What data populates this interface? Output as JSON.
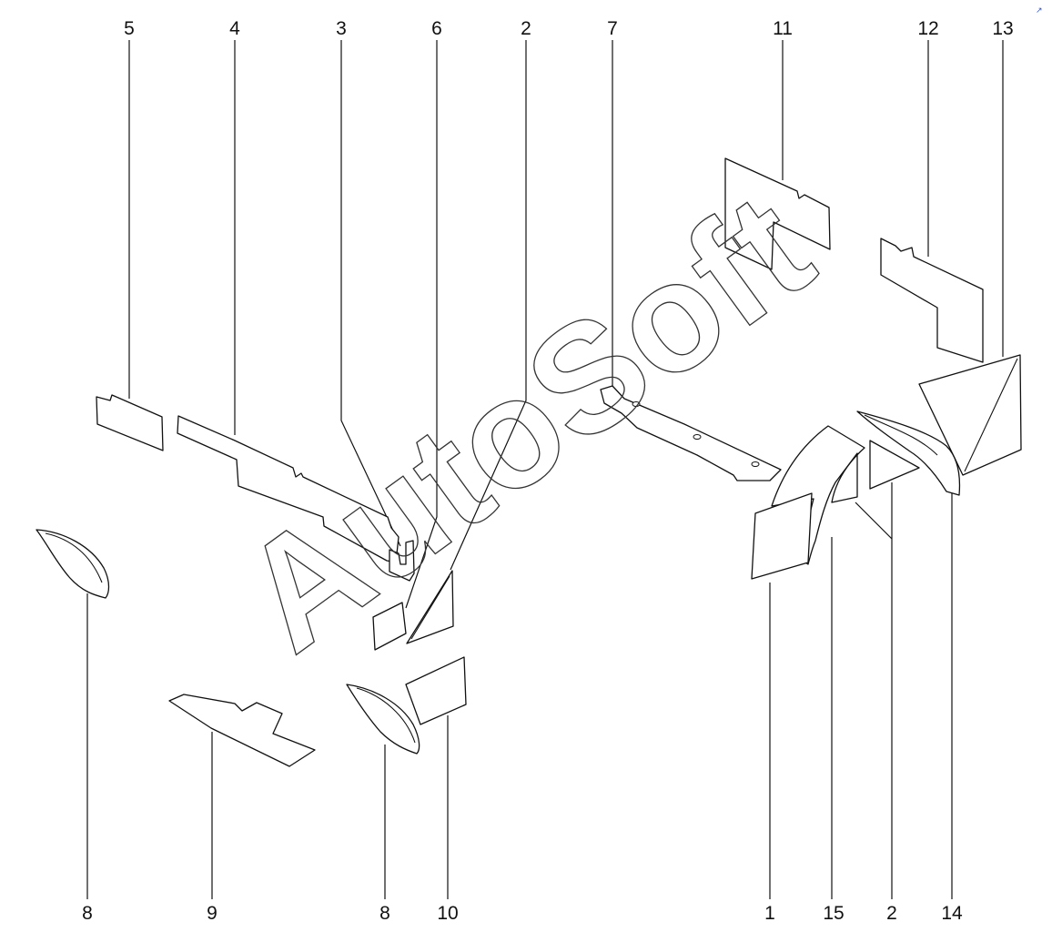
{
  "watermark": "AutoSoft",
  "corner_mark": "↗",
  "top_callouts": [
    "5",
    "4",
    "3",
    "6",
    "2",
    "7",
    "11",
    "12",
    "13"
  ],
  "bottom_callouts": [
    "8",
    "9",
    "8",
    "10",
    "1",
    "15",
    "2",
    "14"
  ]
}
